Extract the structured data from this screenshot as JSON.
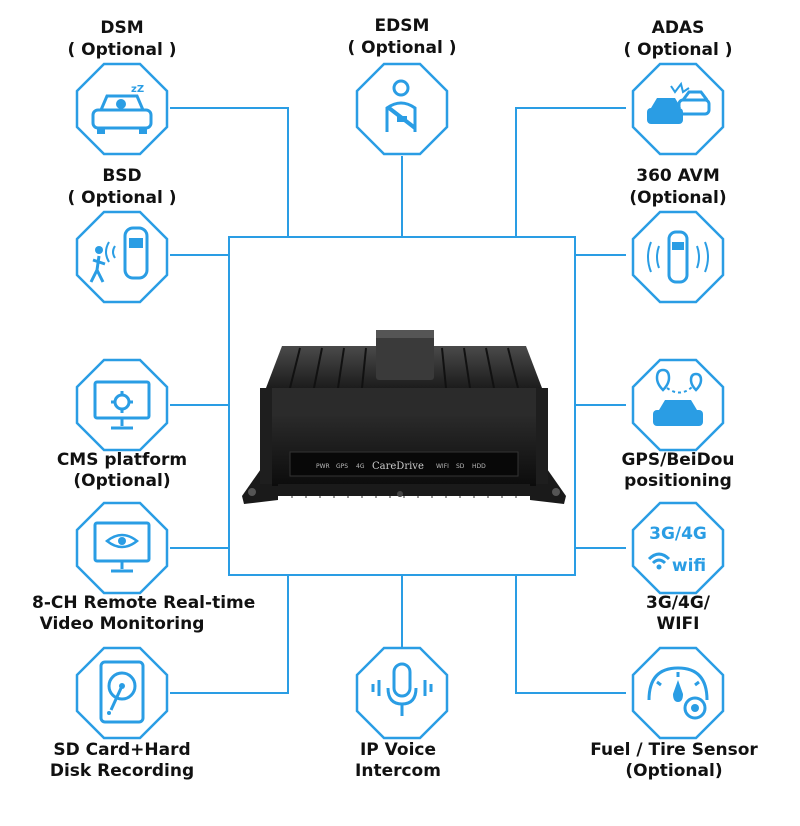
{
  "accent_color": "#2a9de4",
  "device": {
    "brand": "CareDrive",
    "leds": [
      "PWR",
      "GPS",
      "4G",
      "WIFI",
      "SD",
      "HDD"
    ]
  },
  "features": [
    {
      "id": "dsm",
      "l1": "DSM",
      "l2": "( Optional )",
      "icon": "sleepy-driver-car-icon"
    },
    {
      "id": "edsm",
      "l1": "EDSM",
      "l2": "( Optional )",
      "icon": "seatbelt-driver-icon"
    },
    {
      "id": "adas",
      "l1": "ADAS",
      "l2": "( Optional )",
      "icon": "car-collision-icon"
    },
    {
      "id": "bsd",
      "l1": "BSD",
      "l2": "( Optional )",
      "icon": "pedestrian-blind-spot-icon"
    },
    {
      "id": "avm",
      "l1": "360 AVM",
      "l2": "(Optional)",
      "icon": "car-surround-view-icon"
    },
    {
      "id": "cms",
      "l1": "CMS platform",
      "l2": "(Optional)",
      "icon": "monitor-gear-icon"
    },
    {
      "id": "gps",
      "l1": "GPS/BeiDou",
      "l2": "positioning",
      "icon": "car-location-icon"
    },
    {
      "id": "monitor",
      "l1": "8-CH Remote Real-time",
      "l2": "Video Monitoring",
      "icon": "monitor-eye-icon"
    },
    {
      "id": "net",
      "l1": "3G/4G/",
      "l2": "WIFI",
      "icon": "wifi-3g4g-icon",
      "badge": "3G/4G",
      "wifi": "wifi"
    },
    {
      "id": "storage",
      "l1": "SD Card+Hard",
      "l2": "Disk Recording",
      "icon": "hard-disk-icon"
    },
    {
      "id": "voice",
      "l1": "IP Voice",
      "l2": "Intercom",
      "icon": "microphone-icon"
    },
    {
      "id": "fuel",
      "l1": "Fuel / Tire Sensor",
      "l2": "(Optional)",
      "icon": "gauge-tire-icon"
    }
  ]
}
